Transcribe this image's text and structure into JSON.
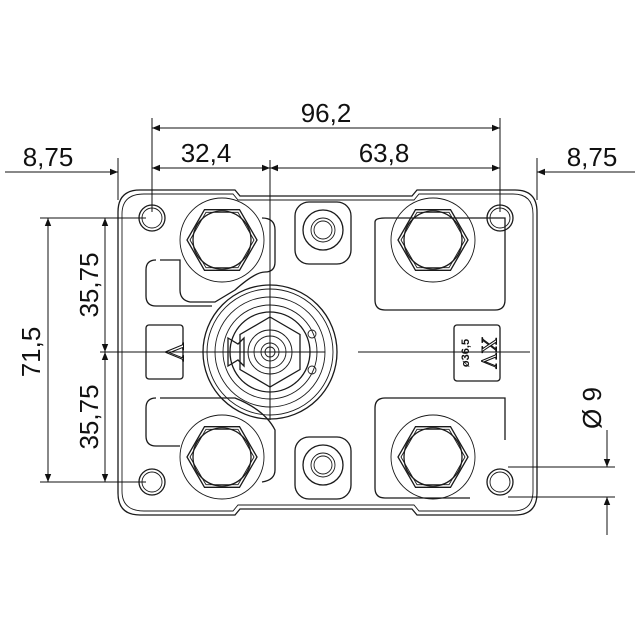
{
  "drawing": {
    "dimensions": {
      "overall_width": "96,2",
      "left_to_center": "32,4",
      "center_to_right": "63,8",
      "left_edge": "8,75",
      "right_edge": "8,75",
      "overall_height": "71,5",
      "upper_half": "35,75",
      "lower_half": "35,75",
      "hole_diameter": "Ø 9"
    },
    "labels": {
      "left_mark": "V",
      "right_mark": "XV",
      "pilot_diameter": "ø36,5"
    },
    "line_color": "#1a1a1a"
  }
}
